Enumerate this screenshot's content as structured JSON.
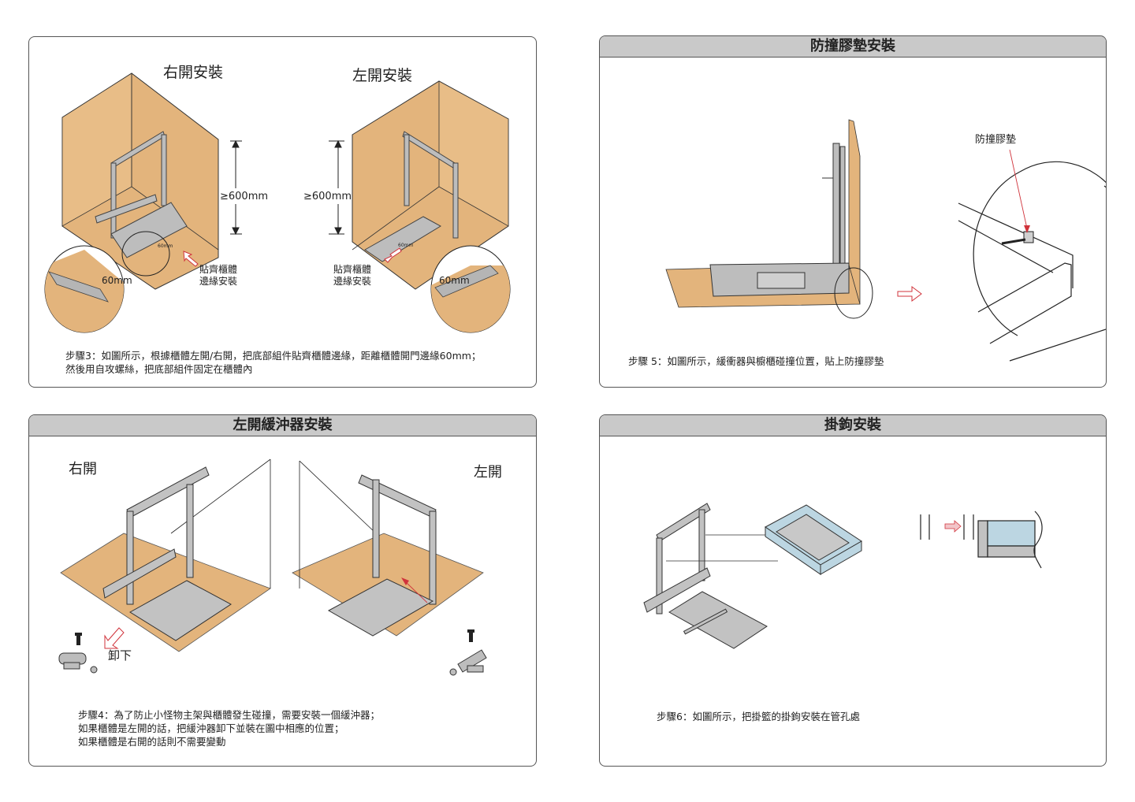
{
  "colors": {
    "wood": "#e3b47c",
    "wood_edge": "#b98a52",
    "metal": "#b5b5b5",
    "metal_dark": "#555555",
    "arrow_red": "#d0333b",
    "glass_blue": "#bcd6e2",
    "header_gray": "#c9c9c9",
    "border": "#555555"
  },
  "panel_step3": {
    "title_right": "右開安裝",
    "title_left": "左開安裝",
    "height_label_right": "≥600mm",
    "height_label_left": "≥600mm",
    "offset_small_right": "60mm",
    "offset_small_left": "60mm",
    "offset_zoom_right": "60mm",
    "offset_zoom_left": "60mm",
    "edge_note_right": [
      "貼齊櫃體",
      "邊緣安裝"
    ],
    "edge_note_left": [
      "貼齊櫃體",
      "邊緣安裝"
    ],
    "step_text": "步驟3：如圖所示，根據櫃體左開/右開，把底部組件貼齊櫃體邊緣，距離櫃體開門邊緣60mm；\n然後用自攻螺絲，把底部組件固定在櫃體內"
  },
  "panel_step5": {
    "header": "防撞膠墊安裝",
    "pad_label": "防撞膠墊",
    "step_text": "步驟 5：如圖所示，緩衝器與櫥櫃碰撞位置，貼上防撞膠墊"
  },
  "panel_step4": {
    "header": "左開緩沖器安裝",
    "label_right_open": "右開",
    "label_left_open": "左開",
    "remove_label": "卸下",
    "step_text": "步驟4：為了防止小怪物主架與櫃體發生碰撞，需要安裝一個緩沖器；\n如果櫃體是左開的話，把緩沖器卸下並裝在圖中相應的位置；\n如果櫃體是右開的話則不需要變動"
  },
  "panel_step6": {
    "header": "掛鉤安裝",
    "step_text": "步驟6：如圖所示，把掛籃的掛鉤安裝在管孔處"
  }
}
